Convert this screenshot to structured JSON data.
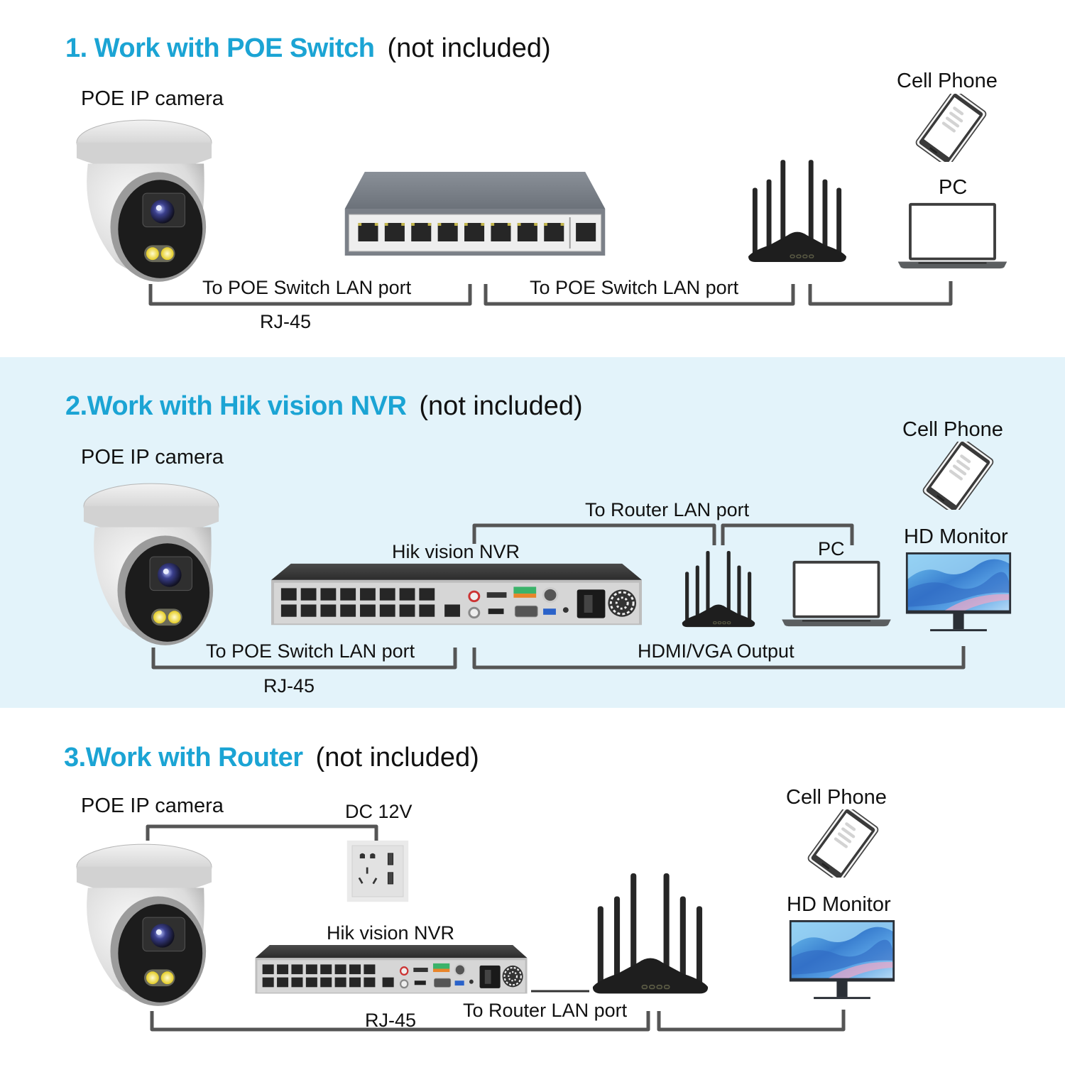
{
  "colors": {
    "accent": "#1ba4d4",
    "band_background": "#e3f3fa",
    "cable": "#555555"
  },
  "sections": [
    {
      "title_accent": "1. Work with POE Switch",
      "title_note": "(not included)",
      "labels": {
        "camera": "POE IP camera",
        "cable_left": "To POE Switch LAN port",
        "cable_left_type": "RJ-45",
        "cable_mid": "To POE Switch LAN port",
        "phone": "Cell Phone",
        "pc": "PC"
      },
      "devices": [
        "dome-camera",
        "poe-switch",
        "wifi-router",
        "cell-phone",
        "laptop"
      ]
    },
    {
      "title_accent": "2.Work with Hik vision NVR",
      "title_note": "(not included)",
      "labels": {
        "camera": "POE IP camera",
        "nvr": "Hik vision NVR",
        "router_link": "To Router LAN port",
        "pc": "PC",
        "phone": "Cell Phone",
        "monitor": "HD Monitor",
        "cable_left": "To POE Switch LAN port",
        "cable_left_type": "RJ-45",
        "video_output": "HDMI/VGA Output"
      },
      "devices": [
        "dome-camera",
        "nvr",
        "wifi-router",
        "laptop",
        "cell-phone",
        "hd-monitor"
      ]
    },
    {
      "title_accent": "3.Work with Router",
      "title_note": "(not included)",
      "labels": {
        "camera": "POE IP camera",
        "power": "DC 12V",
        "nvr": "Hik vision NVR",
        "cable_type": "RJ-45",
        "router_link": "To Router LAN port",
        "phone": "Cell Phone",
        "monitor": "HD Monitor"
      },
      "devices": [
        "dome-camera",
        "wall-socket",
        "nvr",
        "wifi-router",
        "cell-phone",
        "hd-monitor"
      ]
    }
  ]
}
